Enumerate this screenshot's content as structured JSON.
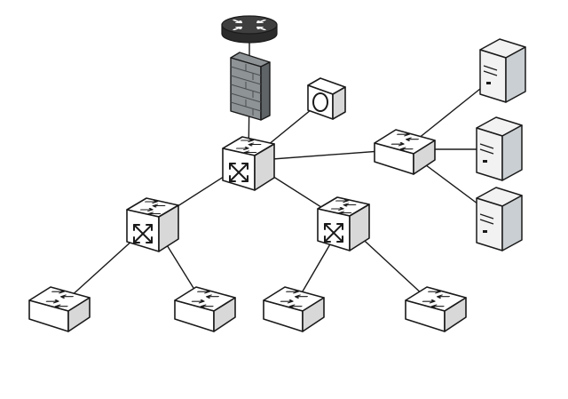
{
  "diagram": {
    "type": "network-topology",
    "colors": {
      "stroke": "#1a1a1a",
      "device_face": "#ffffff",
      "device_shade": "#d8d8d8",
      "server_body": "#f2f2f2",
      "server_side": "#c9cfd2",
      "firewall": "#8e9396",
      "firewall_dark": "#5f6467",
      "router": "#2b2b2b",
      "router_top": "#3f3f3f"
    },
    "nodes": [
      {
        "id": "router",
        "kind": "router",
        "icon": "router-icon"
      },
      {
        "id": "firewall",
        "kind": "firewall",
        "icon": "firewall-icon"
      },
      {
        "id": "camera",
        "kind": "ip-camera",
        "icon": "camera-icon"
      },
      {
        "id": "core",
        "kind": "multilayer-switch",
        "icon": "layer3-switch-icon"
      },
      {
        "id": "server-switch",
        "kind": "switch",
        "icon": "switch-icon"
      },
      {
        "id": "server-1",
        "kind": "server",
        "icon": "server-icon"
      },
      {
        "id": "server-2",
        "kind": "server",
        "icon": "server-icon"
      },
      {
        "id": "server-3",
        "kind": "server",
        "icon": "server-icon"
      },
      {
        "id": "dist-left",
        "kind": "multilayer-switch",
        "icon": "layer3-switch-icon"
      },
      {
        "id": "dist-right",
        "kind": "multilayer-switch",
        "icon": "layer3-switch-icon"
      },
      {
        "id": "access-1",
        "kind": "switch",
        "icon": "switch-icon"
      },
      {
        "id": "access-2",
        "kind": "switch",
        "icon": "switch-icon"
      },
      {
        "id": "access-3",
        "kind": "switch",
        "icon": "switch-icon"
      },
      {
        "id": "access-4",
        "kind": "switch",
        "icon": "switch-icon"
      }
    ],
    "links": [
      [
        "router",
        "firewall"
      ],
      [
        "firewall",
        "core"
      ],
      [
        "camera",
        "core"
      ],
      [
        "core",
        "server-switch"
      ],
      [
        "server-switch",
        "server-1"
      ],
      [
        "server-switch",
        "server-2"
      ],
      [
        "server-switch",
        "server-3"
      ],
      [
        "core",
        "dist-left"
      ],
      [
        "core",
        "dist-right"
      ],
      [
        "dist-left",
        "access-1"
      ],
      [
        "dist-left",
        "access-2"
      ],
      [
        "dist-right",
        "access-3"
      ],
      [
        "dist-right",
        "access-4"
      ]
    ]
  }
}
